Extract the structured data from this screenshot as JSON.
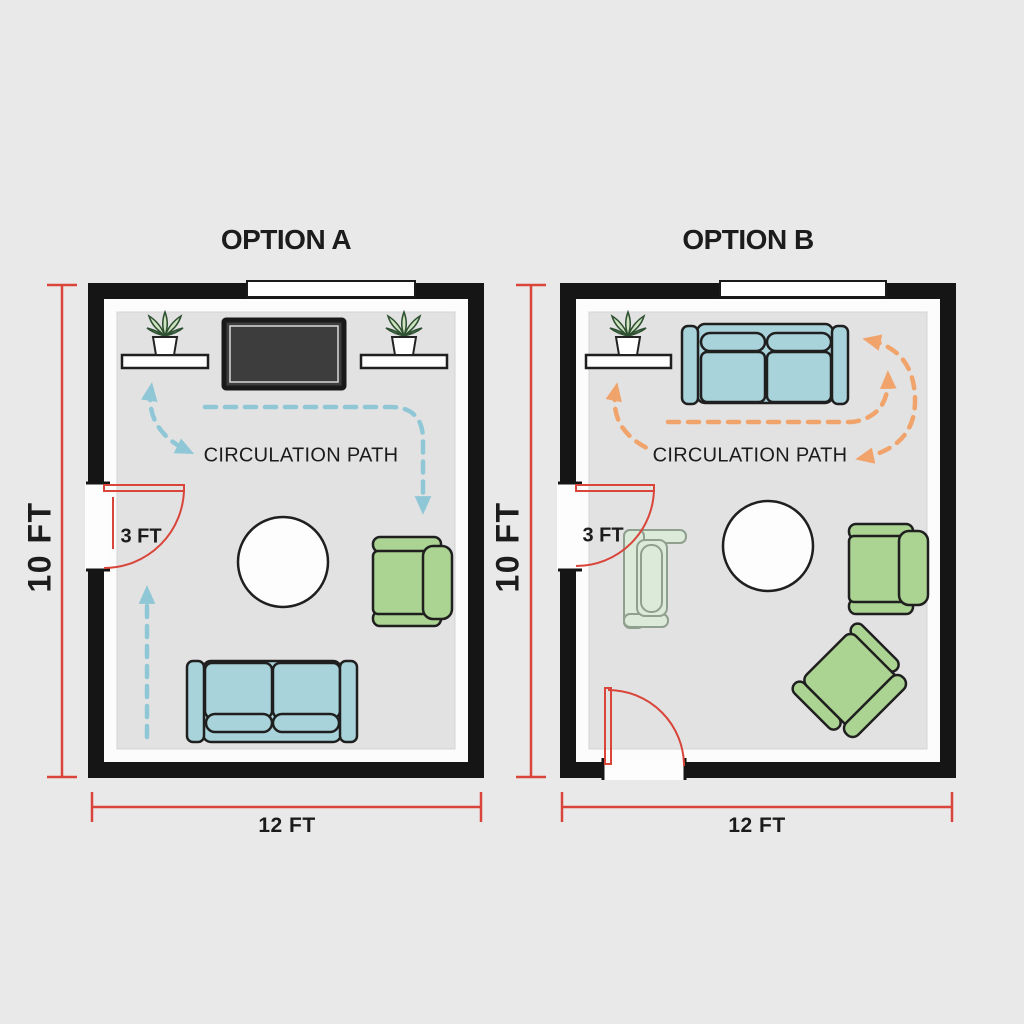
{
  "colors": {
    "background": "#e9e9e9",
    "wall": "#151515",
    "inner_margin": "#fcfcfc",
    "floor": "#e2e2e2",
    "sofa_blue": "#a9d3da",
    "chair_green": "#abd392",
    "chair_pale": "#dcead9",
    "chair_pale_stroke": "#8fa08f",
    "path_a": "#8fc7d6",
    "path_b": "#f0a46c",
    "dimension_red": "#d9453a",
    "tv": "#3d3d3d",
    "tv_border": "#191919",
    "plant_green": "#cfe3c0",
    "plant_stroke": "#2f5233",
    "text": "#1c1c1c"
  },
  "plan_a": {
    "title": "OPTION A",
    "circulation_label": "CIRCULATION PATH",
    "height_label": "10 FT",
    "width_label": "12 FT",
    "door_label": "3 FT",
    "path_color": "#8fc7d6",
    "furniture": [
      "wall-shelf-with-plant-left",
      "tv",
      "wall-shelf-with-plant-right",
      "coffee-table",
      "armchair",
      "loveseat-sofa"
    ],
    "doors": [
      "left-wall-door"
    ]
  },
  "plan_b": {
    "title": "OPTION B",
    "circulation_label": "CIRCULATION PATH",
    "height_label": "10 FT",
    "width_label": "12 FT",
    "door_label": "3 FT",
    "path_color": "#f0a46c",
    "furniture": [
      "wall-shelf-with-plant",
      "loveseat-sofa",
      "chaise-ghosted",
      "coffee-table",
      "armchair",
      "armchair-angled"
    ],
    "doors": [
      "left-wall-door",
      "bottom-wall-door"
    ]
  }
}
